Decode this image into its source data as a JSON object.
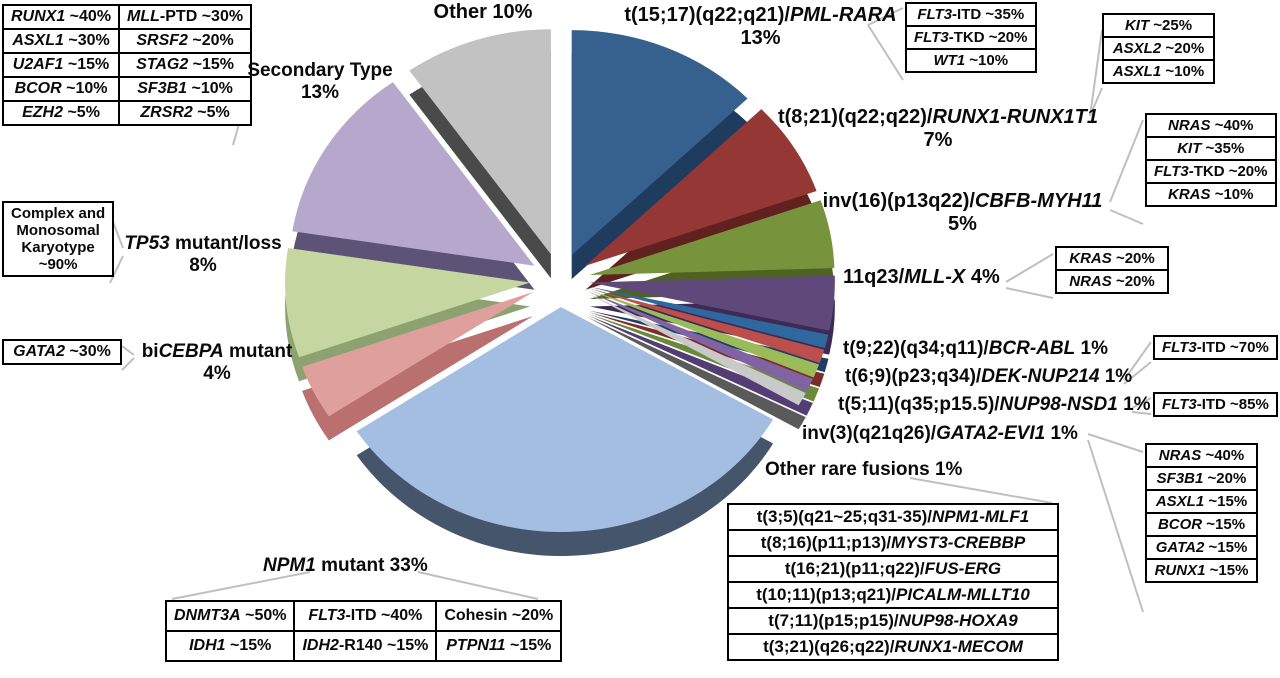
{
  "figure": {
    "type_note": "Exploded 3D pie chart of AML genetic subtypes with mutation-frequency boxes"
  },
  "chart_data": {
    "type": "pie",
    "title": "",
    "legend_position": "none",
    "slices": [
      {
        "label": "t(15;17)(q22;q21)/PML-RARA",
        "pct": 13,
        "top": "#36618E",
        "side": "#1F3C5F"
      },
      {
        "label": "t(8;21)(q22;q22)/RUNX1-RUNX1T1",
        "pct": 7,
        "top": "#953735",
        "side": "#61211F"
      },
      {
        "label": "inv(16)(p13q22)/CBFB-MYH11",
        "pct": 5,
        "top": "#77933C",
        "side": "#4E6322"
      },
      {
        "label": "11q23/MLL-X",
        "pct": 4,
        "top": "#5F497A",
        "side": "#3D2B55"
      },
      {
        "label": "t(9;22)(q34;q11)/BCR-ABL",
        "pct": 1,
        "top": "#2F689F",
        "side": "#1D3F69"
      },
      {
        "label": "t(6;9)(p23;q34)/DEK-NUP214",
        "pct": 1,
        "top": "#BC4F4C",
        "side": "#7E2B29"
      },
      {
        "label": "t(5;11)(q35;p15.5)/NUP98-NSD1",
        "pct": 1,
        "top": "#9BBB59",
        "side": "#6A8A39"
      },
      {
        "label": "inv(3)(q21q26)/GATA2-EVI1",
        "pct": 1,
        "top": "#8064A2",
        "side": "#533D75"
      },
      {
        "label": "Other rare fusions",
        "pct": 1,
        "top": "#C9C9C9",
        "side": "#5A5A5A"
      },
      {
        "label": "NPM1 mutant",
        "pct": 33,
        "top": "#A3BEE1",
        "side": "#45566C"
      },
      {
        "label": "biCEBPA mutant",
        "pct": 4,
        "top": "#DE9F9D",
        "side": "#B9706E"
      },
      {
        "label": "TP53 mutant/loss",
        "pct": 8,
        "top": "#C6D6A0",
        "side": "#8CA371"
      },
      {
        "label": "Secondary Type",
        "pct": 13,
        "top": "#B6A7CC",
        "side": "#5C5376"
      },
      {
        "label": "Other",
        "pct": 10,
        "top": "#C2C2C2",
        "side": "#4A4A4A"
      }
    ]
  },
  "labels": {
    "other": {
      "line1": [
        [
          "n",
          "Other 10%"
        ]
      ]
    },
    "pml": {
      "line1": [
        [
          "n",
          "t(15;17)(q22;q21)/"
        ],
        [
          "i",
          "PML-RARA"
        ]
      ],
      "line2": "13%"
    },
    "runx1t1": {
      "line1": [
        [
          "n",
          "t(8;21)(q22;q22)/"
        ],
        [
          "i",
          "RUNX1-RUNX1T1"
        ]
      ],
      "line2": "7%"
    },
    "cbfb": {
      "line1": [
        [
          "n",
          "inv(16)(p13q22)/"
        ],
        [
          "i",
          "CBFB-MYH11"
        ]
      ],
      "line2": "5%"
    },
    "mll": {
      "line1": [
        [
          "n",
          "11q23/"
        ],
        [
          "i",
          "MLL-X"
        ],
        [
          "n",
          "  4%"
        ]
      ]
    },
    "bcr": {
      "line1": [
        [
          "n",
          "t(9;22)(q34;q11)/"
        ],
        [
          "i",
          "BCR-ABL"
        ],
        [
          "n",
          "  1%"
        ]
      ]
    },
    "dek": {
      "line1": [
        [
          "n",
          "t(6;9)(p23;q34)/"
        ],
        [
          "i",
          "DEK-NUP214"
        ],
        [
          "n",
          " 1%"
        ]
      ]
    },
    "nsd1": {
      "line1": [
        [
          "n",
          "t(5;11)(q35;p15.5)/"
        ],
        [
          "i",
          "NUP98-NSD1"
        ],
        [
          "n",
          "  1%"
        ]
      ]
    },
    "evi1": {
      "line1": [
        [
          "n",
          "inv(3)(q21q26)/"
        ],
        [
          "i",
          "GATA2-EVI1"
        ],
        [
          "n",
          "  1%"
        ]
      ]
    },
    "rare": {
      "line1": [
        [
          "n",
          "Other rare fusions  1%"
        ]
      ]
    },
    "npm1": {
      "line1": [
        [
          "i",
          "NPM1"
        ],
        [
          "n",
          " mutant  33%"
        ]
      ]
    },
    "cebpa": {
      "line1": [
        [
          "n",
          "bi"
        ],
        [
          "i",
          "CEBPA"
        ],
        [
          "n",
          " mutant"
        ]
      ],
      "line2": "4%"
    },
    "tp53": {
      "line1": [
        [
          "i",
          "TP53"
        ],
        [
          "n",
          " mutant/loss"
        ]
      ],
      "line2": "8%"
    },
    "secondary": {
      "line1": [
        [
          "n",
          "Secondary Type"
        ]
      ],
      "line2": "13%"
    }
  },
  "boxes": {
    "secondary_mutations": [
      [
        [
          [
            "i",
            "RUNX1"
          ],
          [
            "n",
            " ~40%"
          ]
        ],
        [
          [
            "i",
            "MLL"
          ],
          [
            "n",
            "-PTD ~30%"
          ]
        ]
      ],
      [
        [
          [
            "i",
            "ASXL1"
          ],
          [
            "n",
            "  ~30%"
          ]
        ],
        [
          [
            "i",
            "SRSF2"
          ],
          [
            "n",
            "  ~20%"
          ]
        ]
      ],
      [
        [
          [
            "i",
            "U2AF1"
          ],
          [
            "n",
            " ~15%"
          ]
        ],
        [
          [
            "i",
            "STAG2"
          ],
          [
            "n",
            "  ~15%"
          ]
        ]
      ],
      [
        [
          [
            "i",
            "BCOR"
          ],
          [
            "n",
            "  ~10%"
          ]
        ],
        [
          [
            "i",
            "SF3B1"
          ],
          [
            "n",
            "  ~10%"
          ]
        ]
      ],
      [
        [
          [
            "i",
            "EZH2"
          ],
          [
            "n",
            "  ~5%"
          ]
        ],
        [
          [
            "i",
            "ZRSR2"
          ],
          [
            "n",
            "  ~5%"
          ]
        ]
      ]
    ],
    "pml_mutations": [
      [
        [
          [
            "i",
            "FLT3"
          ],
          [
            "n",
            "-ITD ~35%"
          ]
        ]
      ],
      [
        [
          [
            "i",
            "FLT3"
          ],
          [
            "n",
            "-TKD ~20%"
          ]
        ]
      ],
      [
        [
          [
            "i",
            "WT1"
          ],
          [
            "n",
            " ~10%"
          ]
        ]
      ]
    ],
    "runx1t1_mutations": [
      [
        [
          [
            "i",
            "KIT"
          ],
          [
            "n",
            "  ~25%"
          ]
        ]
      ],
      [
        [
          [
            "i",
            "ASXL2"
          ],
          [
            "n",
            " ~20%"
          ]
        ]
      ],
      [
        [
          [
            "i",
            "ASXL1"
          ],
          [
            "n",
            " ~10%"
          ]
        ]
      ]
    ],
    "cbfb_mutations": [
      [
        [
          [
            "i",
            "NRAS"
          ],
          [
            "n",
            " ~40%"
          ]
        ]
      ],
      [
        [
          [
            "i",
            "KIT"
          ],
          [
            "n",
            "  ~35%"
          ]
        ]
      ],
      [
        [
          [
            "i",
            "FLT3"
          ],
          [
            "n",
            "-TKD ~20%"
          ]
        ]
      ],
      [
        [
          [
            "i",
            "KRAS"
          ],
          [
            "n",
            "  ~10%"
          ]
        ]
      ]
    ],
    "mll_mutations": [
      [
        [
          [
            "i",
            "KRAS"
          ],
          [
            "n",
            "  ~20%"
          ]
        ]
      ],
      [
        [
          [
            "i",
            "NRAS"
          ],
          [
            "n",
            "  ~20%"
          ]
        ]
      ]
    ],
    "dek_mutations": [
      [
        [
          [
            "i",
            "FLT3"
          ],
          [
            "n",
            "-ITD ~70%"
          ]
        ]
      ]
    ],
    "nsd1_mutations": [
      [
        [
          [
            "i",
            "FLT3"
          ],
          [
            "n",
            "-ITD ~85%"
          ]
        ]
      ]
    ],
    "evi1_mutations": [
      [
        [
          [
            "i",
            "NRAS"
          ],
          [
            "n",
            "  ~40%"
          ]
        ]
      ],
      [
        [
          [
            "i",
            "SF3B1"
          ],
          [
            "n",
            "  ~20%"
          ]
        ]
      ],
      [
        [
          [
            "i",
            "ASXL1"
          ],
          [
            "n",
            " ~15%"
          ]
        ]
      ],
      [
        [
          [
            "i",
            "BCOR"
          ],
          [
            "n",
            " ~15%"
          ]
        ]
      ],
      [
        [
          [
            "i",
            "GATA2"
          ],
          [
            "n",
            " ~15%"
          ]
        ]
      ],
      [
        [
          [
            "i",
            "RUNX1"
          ],
          [
            "n",
            " ~15%"
          ]
        ]
      ]
    ],
    "rare_fusions": [
      [
        [
          [
            "n",
            "t(3;5)(q21~25;q31-35)/"
          ],
          [
            "i",
            "NPM1-MLF1"
          ]
        ]
      ],
      [
        [
          [
            "n",
            "t(8;16)(p11;p13)/"
          ],
          [
            "i",
            "MYST3-CREBBP"
          ]
        ]
      ],
      [
        [
          [
            "n",
            "t(16;21)(p11;q22)/"
          ],
          [
            "i",
            "FUS-ERG"
          ]
        ]
      ],
      [
        [
          [
            "n",
            "t(10;11)(p13;q21)/"
          ],
          [
            "i",
            "PICALM-MLLT10"
          ]
        ]
      ],
      [
        [
          [
            "n",
            "t(7;11)(p15;p15)/"
          ],
          [
            "i",
            "NUP98-HOXA9"
          ]
        ]
      ],
      [
        [
          [
            "n",
            "t(3;21)(q26;q22)/"
          ],
          [
            "i",
            "RUNX1-MECOM"
          ]
        ]
      ]
    ],
    "npm1_mutations": [
      [
        [
          [
            "i",
            "DNMT3A"
          ],
          [
            "n",
            " ~50%"
          ]
        ],
        [
          [
            "i",
            "FLT3"
          ],
          [
            "n",
            "-ITD ~40%"
          ]
        ],
        [
          [
            "n",
            "Cohesin  ~20%"
          ]
        ]
      ],
      [
        [
          [
            "i",
            "IDH1"
          ],
          [
            "n",
            "  ~15%"
          ]
        ],
        [
          [
            "i",
            "IDH2"
          ],
          [
            "n",
            "-R140  ~15%"
          ]
        ],
        [
          [
            "i",
            "PTPN11"
          ],
          [
            "n",
            "  ~15%"
          ]
        ]
      ]
    ],
    "tp53_karyotype": [
      [
        [
          [
            "n",
            "Complex and"
          ],
          [
            "br",
            ""
          ],
          [
            "n",
            "Monosomal"
          ],
          [
            "br",
            ""
          ],
          [
            "n",
            "Karyotype"
          ],
          [
            "br",
            ""
          ],
          [
            "n",
            "~90%"
          ]
        ]
      ]
    ],
    "cebpa_mutations": [
      [
        [
          [
            "i",
            "GATA2"
          ],
          [
            "n",
            " ~30%"
          ]
        ]
      ]
    ]
  },
  "line_color": "#BFBFBF"
}
